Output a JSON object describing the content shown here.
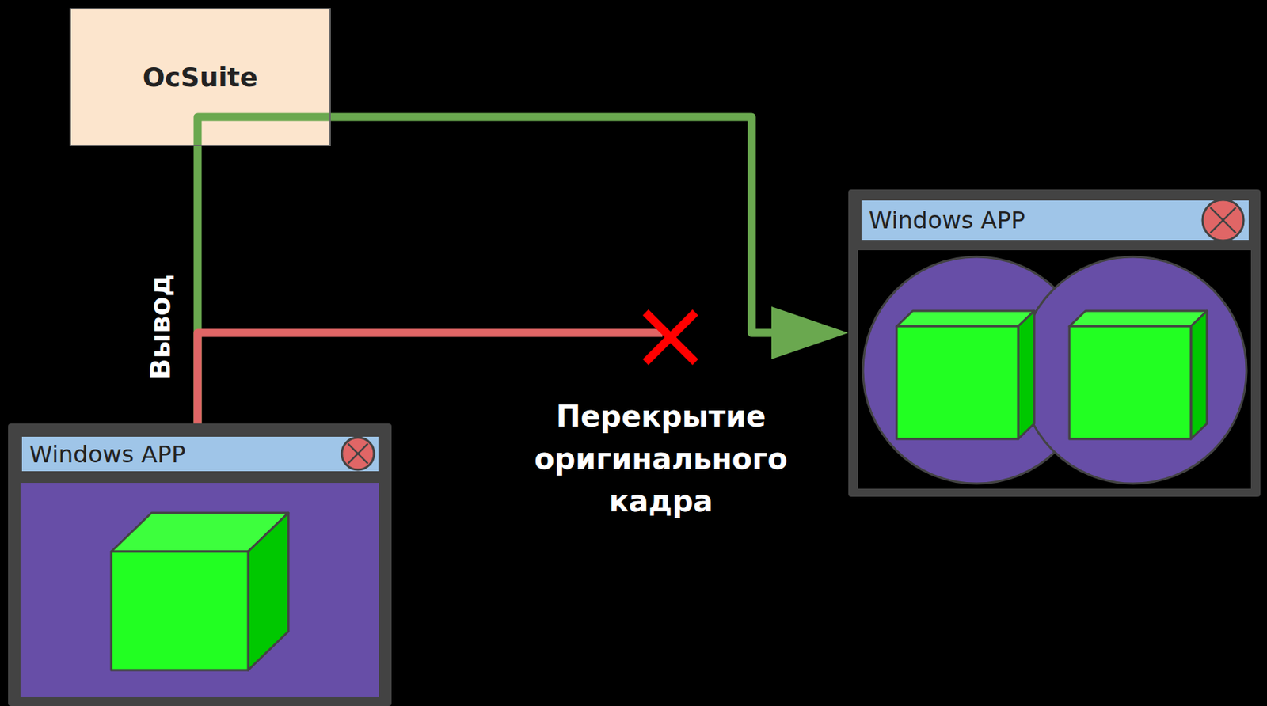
{
  "diagram": {
    "nodes": [
      {
        "text": [
          "OcSuite"
        ]
      },
      {
        "text": [
          "Windows APP"
        ]
      },
      {
        "text": [
          "Windows APP"
        ]
      }
    ],
    "edges": [
      {
        "from": 2,
        "to": 0,
        "arrow": "none"
      },
      {
        "from": 0,
        "to": 1,
        "arrow": "to"
      }
    ],
    "labels": [
      "Вывод",
      "Перекрытие оригинального кадра"
    ]
  }
}
